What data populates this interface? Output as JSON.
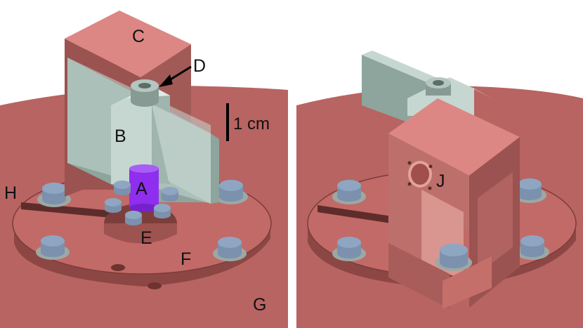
{
  "figure": {
    "labels": {
      "A": "A",
      "B": "B",
      "C": "C",
      "D": "D",
      "E": "E",
      "F": "F",
      "G": "G",
      "H": "H",
      "J": "J"
    },
    "scale_bar": "1 cm"
  },
  "colors": {
    "background": "#ffffff",
    "chamber": "#b86462",
    "stage_top": "#c26a67",
    "stage_side": "#8c4744",
    "block_top": "#dc8784",
    "block_front": "#bd6f6c",
    "block_side": "#9a5350",
    "plate_front": "#c6d7d1",
    "plate_side": "#8da59d",
    "screw": "#8ea6c2",
    "washer": "#9ca8a4",
    "sample": "#8f2eee"
  }
}
